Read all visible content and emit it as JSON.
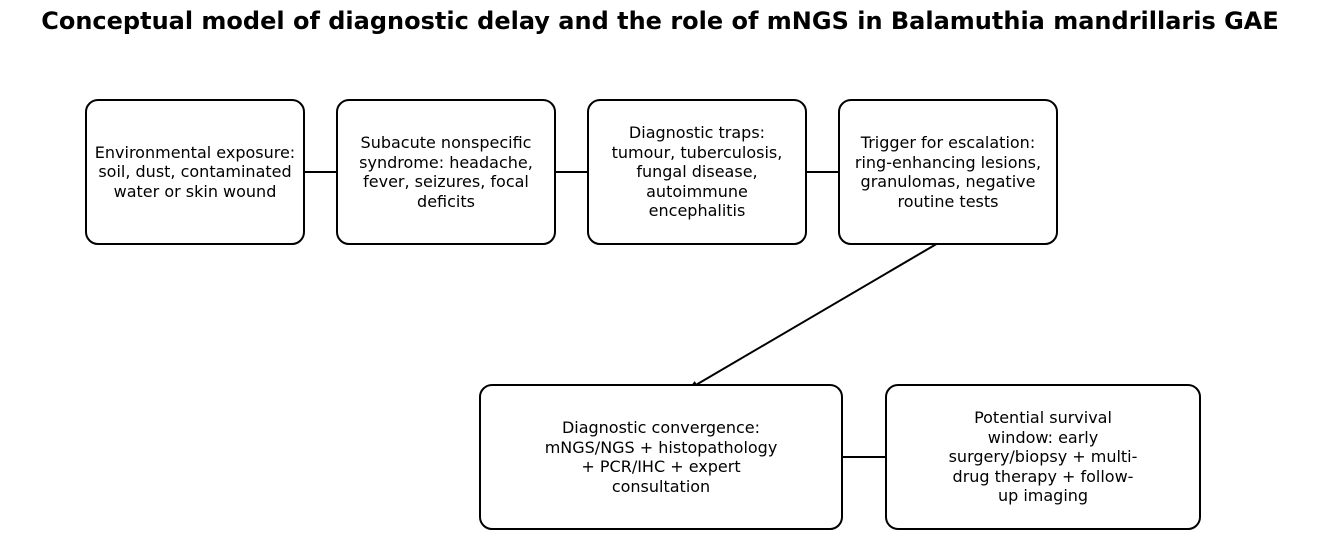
{
  "title": "Conceptual model of diagnostic delay and the role of mNGS in Balamuthia mandrillaris GAE",
  "nodes": [
    {
      "id": "exposure",
      "label": "Environmental exposure: soil, dust, contaminated water or skin wound"
    },
    {
      "id": "syndrome",
      "label": "Subacute nonspecific syndrome: headache, fever, seizures, focal deficits"
    },
    {
      "id": "traps",
      "label": "Diagnostic traps: tumour, tuberculosis, fungal disease, autoimmune encephalitis"
    },
    {
      "id": "trigger",
      "label": "Trigger for escalation: ring-enhancing lesions, granulomas, negative routine tests"
    },
    {
      "id": "convergence",
      "label": "Diagnostic convergence: mNGS/NGS + histopathology + PCR/IHC + expert consultation"
    },
    {
      "id": "survival",
      "label": "Potential survival window: early surgery/biopsy + multi-drug therapy + follow-up imaging"
    }
  ],
  "edges": [
    {
      "from": "exposure",
      "to": "syndrome"
    },
    {
      "from": "syndrome",
      "to": "traps"
    },
    {
      "from": "traps",
      "to": "trigger"
    },
    {
      "from": "trigger",
      "to": "convergence"
    },
    {
      "from": "convergence",
      "to": "survival"
    }
  ],
  "colors": {
    "stroke": "#000000",
    "fill": "#ffffff",
    "text": "#000000"
  }
}
